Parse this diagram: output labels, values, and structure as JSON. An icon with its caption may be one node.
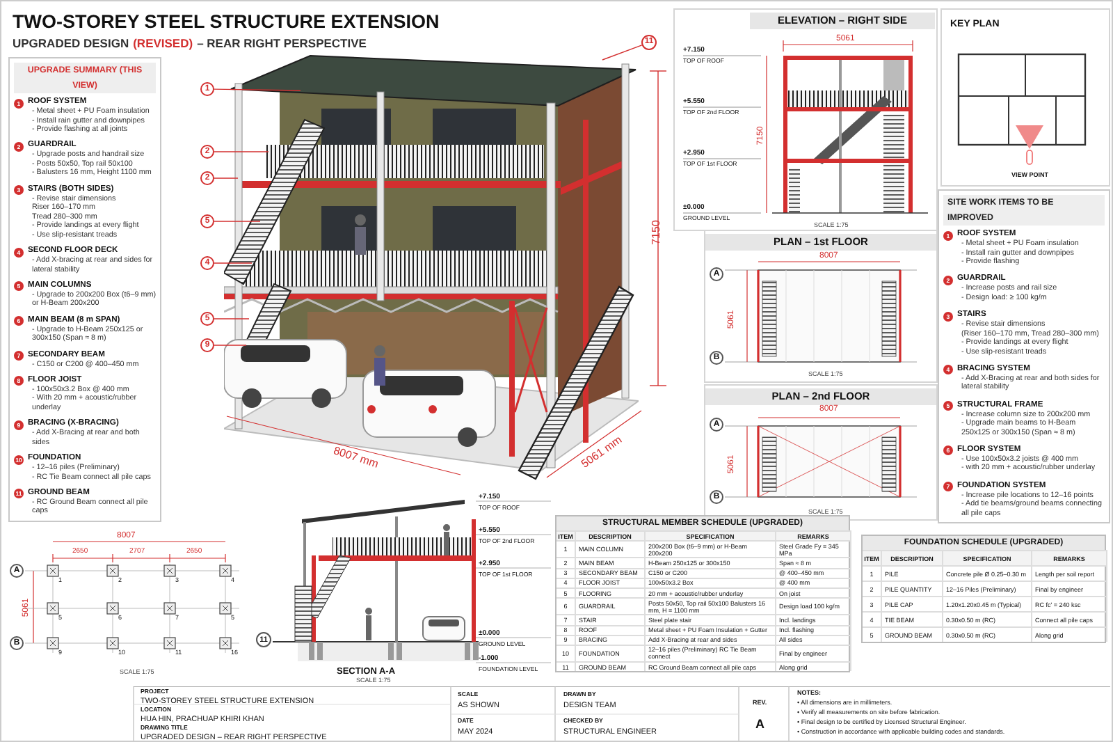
{
  "diagram": {
    "title": "TWO-STOREY STEEL STRUCTURE EXTENSION",
    "nodes": [
      {
        "text": [
          "UPGRADE SUMMARY (THIS VIEW)"
        ]
      },
      {
        "text": [
          "1",
          "ROOF SYSTEM",
          "- Metal sheet + PU Foam insulation",
          "- Install rain gutter and downpipes",
          "- Provide flashing at all joints"
        ],
        "in": 0
      },
      {
        "text": [
          "2",
          "GUARDRAIL",
          "- Upgrade posts and handrail size",
          "- Posts 50x50, Top rail 50x100",
          "- Balusters 16 mm, Height 1100 mm"
        ],
        "in": 0
      },
      {
        "text": [
          "3",
          "STAIRS (BOTH SIDES)",
          "- Revise stair dimensions",
          "Riser 160–170 mm",
          "Tread 280–300 mm",
          "- Provide landings at every flight",
          "- Use slip-resistant treads"
        ],
        "in": 0
      },
      {
        "text": [
          "4",
          "SECOND FLOOR DECK",
          "- Add X-bracing at rear and sides for lateral stability"
        ],
        "in": 0
      },
      {
        "text": [
          "5",
          "MAIN COLUMNS",
          "- Upgrade to 200x200 Box (t6–9 mm) or H-Beam 200x200"
        ],
        "in": 0
      },
      {
        "text": [
          "6",
          "MAIN BEAM (8 m SPAN)",
          "- Upgrade to H-Beam 250x125 or 300x150 (Span ≈ 8 m)"
        ],
        "in": 0
      },
      {
        "text": [
          "7",
          "SECONDARY BEAM",
          "- C150 or C200 @ 400–450 mm"
        ],
        "in": 0
      },
      {
        "text": [
          "8",
          "FLOOR JOIST",
          "- 100x50x3.2 Box @ 400 mm",
          "- With 20 mm + acoustic/rubber underlay"
        ],
        "in": 0
      },
      {
        "text": [
          "9",
          "BRACING (X-BRACING)",
          "- Add X-Bracing at rear and both sides"
        ],
        "in": 0
      },
      {
        "text": [
          "10",
          "FOUNDATION",
          "- 12–16 piles (Preliminary)",
          "- RC Tie Beam connect all pile caps"
        ],
        "in": 0
      },
      {
        "text": [
          "11",
          "GROUND BEAM",
          "- RC Ground Beam connect all pile caps"
        ],
        "in": 0
      },
      {
        "text": [],
        "shape": "picture"
      },
      {
        "text": [
          "1"
        ]
      },
      {
        "text": [
          "2"
        ]
      },
      {
        "text": [
          "2"
        ]
      },
      {
        "text": [
          "5"
        ]
      },
      {
        "text": [
          "4"
        ]
      },
      {
        "text": [
          "5"
        ]
      },
      {
        "text": [
          "9"
        ]
      },
      {
        "text": [
          "11"
        ]
      },
      {
        "text": [
          "ELEVATION – RIGHT SIDE",
          "5061",
          "+7.150",
          "TOP OF ROOF",
          "+5.550",
          "TOP OF 2nd FLOOR",
          "+2.950",
          "TOP OF 1st FLOOR",
          "±0.000",
          "GROUND LEVEL",
          "7150",
          "SCALE 1:75"
        ]
      },
      {
        "text": [
          "KEY PLAN",
          "VIEW POINT"
        ]
      },
      {
        "text": [
          "PLAN – 1st FLOOR",
          "8007",
          "A",
          "5061",
          "B",
          "SCALE 1:75"
        ]
      },
      {
        "text": [
          "PLAN – 2nd FLOOR",
          "8007",
          "A",
          "5061",
          "B",
          "SCALE 1:75"
        ]
      },
      {
        "text": [
          "SITE WORK ITEMS TO BE IMPROVED"
        ]
      },
      {
        "text": [
          "1",
          "ROOF SYSTEM",
          "- Metal sheet + PU Foam insulation",
          "- Install rain gutter and downpipes",
          "- Provide flashing"
        ],
        "in": 25
      },
      {
        "text": [
          "2",
          "GUARDRAIL",
          "- Increase posts and rail size",
          "- Design load: ≥ 100 kg/m"
        ],
        "in": 25
      },
      {
        "text": [
          "3",
          "STAIRS",
          "- Revise stair dimensions",
          "(Riser 160–170 mm, Tread 280–300 mm)",
          "- Provide landings at every flight",
          "- Use slip-resistant treads"
        ],
        "in": 25
      },
      {
        "text": [
          "4",
          "BRACING SYSTEM",
          "- Add X-Bracing at rear and both sides for lateral stability"
        ],
        "in": 25
      },
      {
        "text": [
          "5",
          "STRUCTURAL FRAME",
          "- Increase column size to 200x200 mm",
          "- Upgrade main beams to H-Beam 250x125 or 300x150 (Span ≈ 8 m)"
        ],
        "in": 25
      },
      {
        "text": [
          "6",
          "FLOOR SYSTEM",
          "- Use 100x50x3.2 joists @ 400 mm",
          "- with 20 mm + acoustic/rubber underlay"
        ],
        "in": 25
      },
      {
        "text": [
          "7",
          "FOUNDATION SYSTEM",
          "- Increase pile locations to 12–16 points",
          "- Add tie beams/ground beams connecting all pile caps"
        ],
        "in": 25
      },
      {
        "text": [
          "8007",
          "2650",
          "2707",
          "2650",
          "5061",
          "A",
          "B",
          "1",
          "2",
          "3",
          "4",
          "5",
          "6",
          "7",
          "5",
          "9",
          "10",
          "11",
          "16",
          "SCALE 1:75"
        ]
      },
      {
        "text": [
          "SECTION A-A",
          "SCALE 1:75",
          "11",
          "+7.150",
          "TOP OF ROOF",
          "+5.550",
          "TOP OF 2nd FLOOR",
          "+2.950",
          "TOP OF 1st FLOOR",
          "±0.000",
          "GROUND LEVEL",
          "-1.000",
          "FOUNDATION LEVEL"
        ]
      },
      {
        "text": [
          "STRUCTURAL MEMBER SCHEDULE (UPGRADED)",
          "ITEM",
          "DESCRIPTION",
          "SPECIFICATION",
          "REMARKS",
          "1",
          "MAIN COLUMN",
          "200x200 Box (t6–9 mm) or H-Beam 200x200",
          "Steel Grade Fy = 345 MPa",
          "2",
          "MAIN BEAM",
          "H-Beam 250x125 or 300x150",
          "Span ≈ 8 m",
          "3",
          "SECONDARY BEAM",
          "C150 or C200",
          "@ 400–450 mm",
          "4",
          "FLOOR JOIST",
          "100x50x3.2 Box",
          "@ 400 mm",
          "5",
          "FLOORING",
          "20 mm + acoustic/rubber underlay",
          "On joist",
          "6",
          "GUARDRAIL",
          "Posts 50x50, Top rail 50x100 Balusters 16 mm, H = 1100 mm",
          "Design load 100 kg/m",
          "7",
          "STAIR",
          "Steel plate stair",
          "Incl. landings",
          "8",
          "ROOF",
          "Metal sheet + PU Foam Insulation + Gutter",
          "Incl. flashing",
          "9",
          "BRACING",
          "Add X-Bracing at rear and sides",
          "All sides",
          "10",
          "FOUNDATION",
          "12–16 piles (Preliminary) RC Tie Beam connect",
          "Final by engineer",
          "11",
          "GROUND BEAM",
          "RC Ground Beam connect all pile caps",
          "Along grid"
        ]
      },
      {
        "text": [
          "FOUNDATION SCHEDULE (UPGRADED)",
          "ITEM",
          "DESCRIPTION",
          "SPECIFICATION",
          "REMARKS",
          "1",
          "PILE",
          "Concrete pile Ø 0.25–0.30 m",
          "Length per soil report",
          "2",
          "PILE QUANTITY",
          "12–16 Piles (Preliminary)",
          "Final by engineer",
          "3",
          "PILE CAP",
          "1.20x1.20x0.45 m (Typical)",
          "RC fc' = 240 ksc",
          "4",
          "TIE BEAM",
          "0.30x0.50 m (RC)",
          "Connect all pile caps",
          "5",
          "GROUND BEAM",
          "0.30x0.50 m (RC)",
          "Along grid"
        ]
      },
      {
        "text": [
          "PROJECT",
          "TWO-STOREY STEEL STRUCTURE EXTENSION",
          "LOCATION",
          "HUA HIN, PRACHUAP KHIRI KHAN",
          "DRAWING TITLE",
          "UPGRADED DESIGN – REAR RIGHT PERSPECTIVE",
          "SCALE",
          "AS SHOWN",
          "DATE",
          "MAY 2024",
          "DRAWN BY",
          "DESIGN TEAM",
          "CHECKED BY",
          "STRUCTURAL ENGINEER",
          "REV.",
          "A",
          "NOTES:",
          "• All dimensions are in millimeters.",
          "• Verify all measurements on site before fabrication.",
          "• Final design to be certified by Licensed Structural Engineer.",
          "• Construction in accordance with applicable building codes and standards."
        ]
      }
    ],
    "edges": [
      {
        "from": 13,
        "to": 12,
        "arrow": "none"
      },
      {
        "from": 14,
        "to": 12,
        "arrow": "none"
      },
      {
        "from": 15,
        "to": 12,
        "arrow": "none"
      },
      {
        "from": 16,
        "to": 12,
        "arrow": "none"
      },
      {
        "from": 17,
        "to": 12,
        "arrow": "none"
      },
      {
        "from": 18,
        "to": 12,
        "arrow": "none"
      },
      {
        "from": 19,
        "to": 12,
        "arrow": "none"
      },
      {
        "from": 20,
        "to": 12,
        "arrow": "none"
      }
    ],
    "labels": [
      "UPGRADED DESIGN",
      "(REVISED)",
      "– REAR RIGHT PERSPECTIVE",
      "7150",
      "8007 mm",
      "5061 mm"
    ]
  }
}
